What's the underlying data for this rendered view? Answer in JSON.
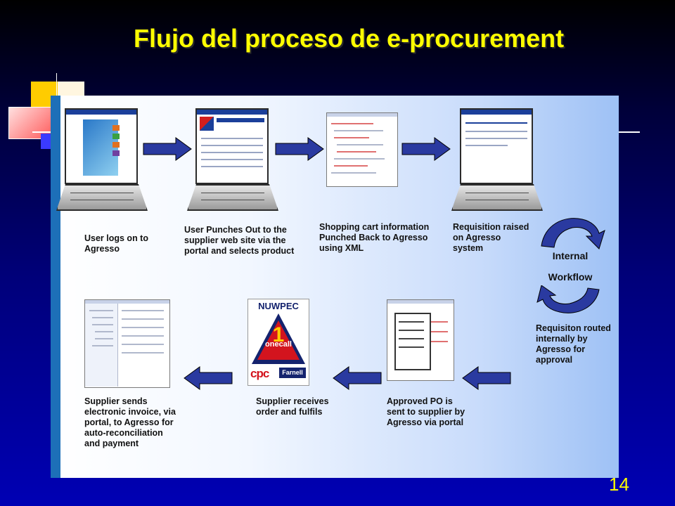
{
  "slide": {
    "title": "Flujo del proceso de e-procurement",
    "page_number": "14"
  },
  "diagram": {
    "steps": [
      {
        "id": "user-logs-on",
        "text": "User logs on to\nAgresso"
      },
      {
        "id": "user-punches-out",
        "text": "User Punches Out to the\nsupplier web site via the\nportal and selects product"
      },
      {
        "id": "shopping-cart",
        "text": "Shopping cart information\nPunched Back to Agresso\nusing XML"
      },
      {
        "id": "requisition-raised",
        "text": "Requisition raised\non Agresso\nsystem"
      },
      {
        "id": "requisition-routed",
        "text": "Requisiton routed\ninternally by\nAgresso for\napproval"
      },
      {
        "id": "approved-po",
        "text": "Approved PO is\nsent to supplier by\nAgresso via portal"
      },
      {
        "id": "supplier-receives",
        "text": "Supplier receives\norder and fulfils"
      },
      {
        "id": "supplier-invoice",
        "text": "Supplier sends\nelectronic invoice, via\nportal, to Agresso for\nauto-reconciliation\nand payment"
      }
    ],
    "workflow": {
      "line1": "Internal",
      "line2": "Workflow"
    },
    "logo": {
      "top_text": "NUWPEC",
      "mid_text": "onecall",
      "cpc_text": "cpc",
      "farnell_text": "Farnell"
    }
  },
  "colors": {
    "title": "#ffff00",
    "arrow": "#2a3aa0",
    "workflow_arrow": "#2a3aa0",
    "logo_red": "#d3141e",
    "logo_navy": "#14236e"
  }
}
